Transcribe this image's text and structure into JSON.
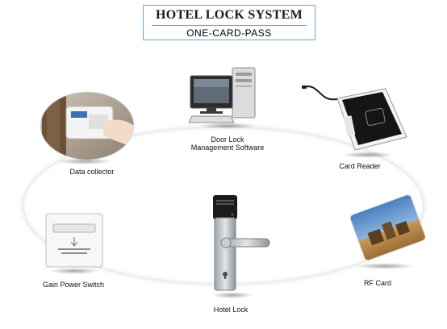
{
  "title": "HOTEL LOCK SYSTEM",
  "subtitle": "ONE-CARD-PASS",
  "nodes": {
    "data_collector": "Data collector",
    "software_line1": "Door Lock",
    "software_line2": "Management Software",
    "card_reader": "Card Reader",
    "power_switch": "Gain Power Switch",
    "hotel_lock": "Hotel Lock",
    "rf_card": "RF Card"
  },
  "colors": {
    "title_frame": "#6aa7d6",
    "title_text": "#1a1a1a",
    "card_accent": "#4a7fc1"
  }
}
